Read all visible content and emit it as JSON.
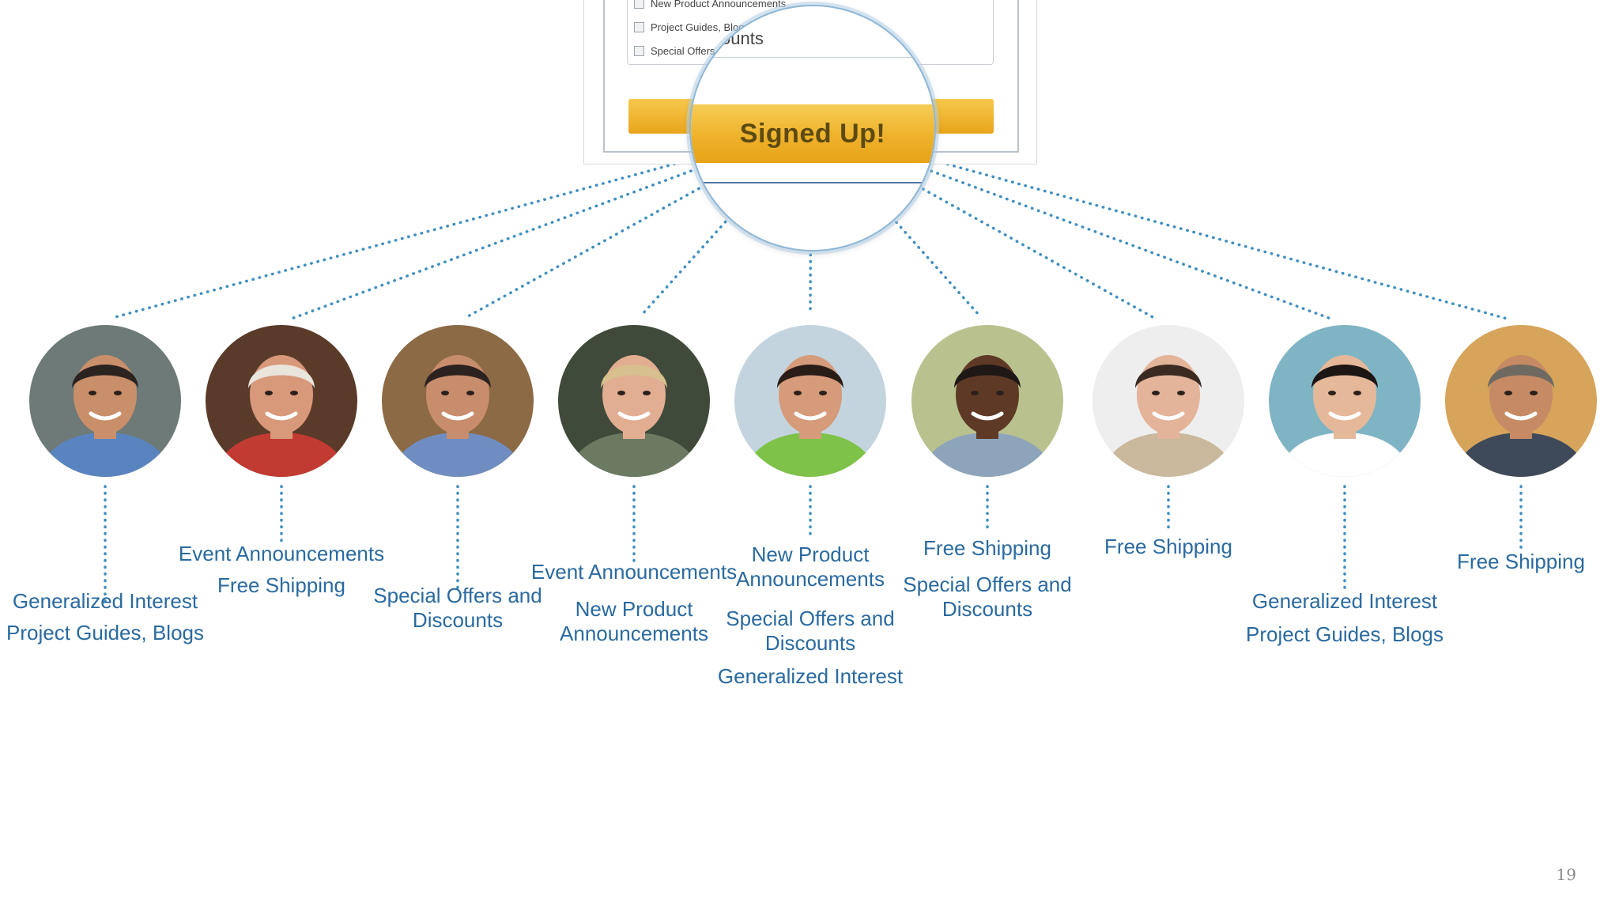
{
  "form": {
    "options": [
      "New Product Announcements",
      "Project Guides, Blogs",
      "Special Offers and Discounts"
    ],
    "partial_text": "ounts",
    "button_label": "Signed Up!"
  },
  "personas": [
    {
      "name": "persona-1",
      "tags": [
        "Generalized Interest",
        "Project Guides, Blogs"
      ],
      "skin": "#c98f6a",
      "hair": "#2b2320",
      "shirt": "#5a84c0",
      "bg": "#6d7a78"
    },
    {
      "name": "persona-2",
      "tags": [
        "Event Announcements",
        "Free Shipping"
      ],
      "skin": "#d8987a",
      "hair": "#e9e4dc",
      "shirt": "#c23b32",
      "bg": "#5a3b2a"
    },
    {
      "name": "persona-3",
      "tags": [
        "Special Offers and Discounts"
      ],
      "skin": "#c88d6c",
      "hair": "#2c2220",
      "shirt": "#6f8dc0",
      "bg": "#8c6a45"
    },
    {
      "name": "persona-4",
      "tags": [
        "Event Announcements",
        "New Product Announcements"
      ],
      "skin": "#e2ae92",
      "hair": "#d7bf8e",
      "shirt": "#6c7a62",
      "bg": "#3f4a3a"
    },
    {
      "name": "persona-5",
      "tags": [
        "New Product Announcements",
        "Special Offers and Discounts",
        "Generalized Interest"
      ],
      "skin": "#d59b7a",
      "hair": "#2a1d18",
      "shirt": "#7fc24a",
      "bg": "#c4d4de"
    },
    {
      "name": "persona-6",
      "tags": [
        "Free Shipping",
        "Special Offers and Discounts"
      ],
      "skin": "#5e3a26",
      "hair": "#1e1816",
      "shirt": "#8ea4ba",
      "bg": "#b9c28e"
    },
    {
      "name": "persona-7",
      "tags": [
        "Free Shipping"
      ],
      "skin": "#e3b39a",
      "hair": "#3a2a22",
      "shirt": "#c9b89c",
      "bg": "#eeeeee"
    },
    {
      "name": "persona-8",
      "tags": [
        "Generalized Interest",
        "Project Guides, Blogs"
      ],
      "skin": "#e5b89a",
      "hair": "#1c1614",
      "shirt": "#ffffff",
      "bg": "#7fb4c4"
    },
    {
      "name": "persona-9",
      "tags": [
        "Free Shipping"
      ],
      "skin": "#c68a64",
      "hair": "#6e6a62",
      "shirt": "#3e4a5a",
      "bg": "#d6a45a"
    }
  ],
  "page_number": "19",
  "colors": {
    "connector": "#3f8fbf",
    "tag_text": "#2a6aa0",
    "cta": "#eeb22b"
  }
}
